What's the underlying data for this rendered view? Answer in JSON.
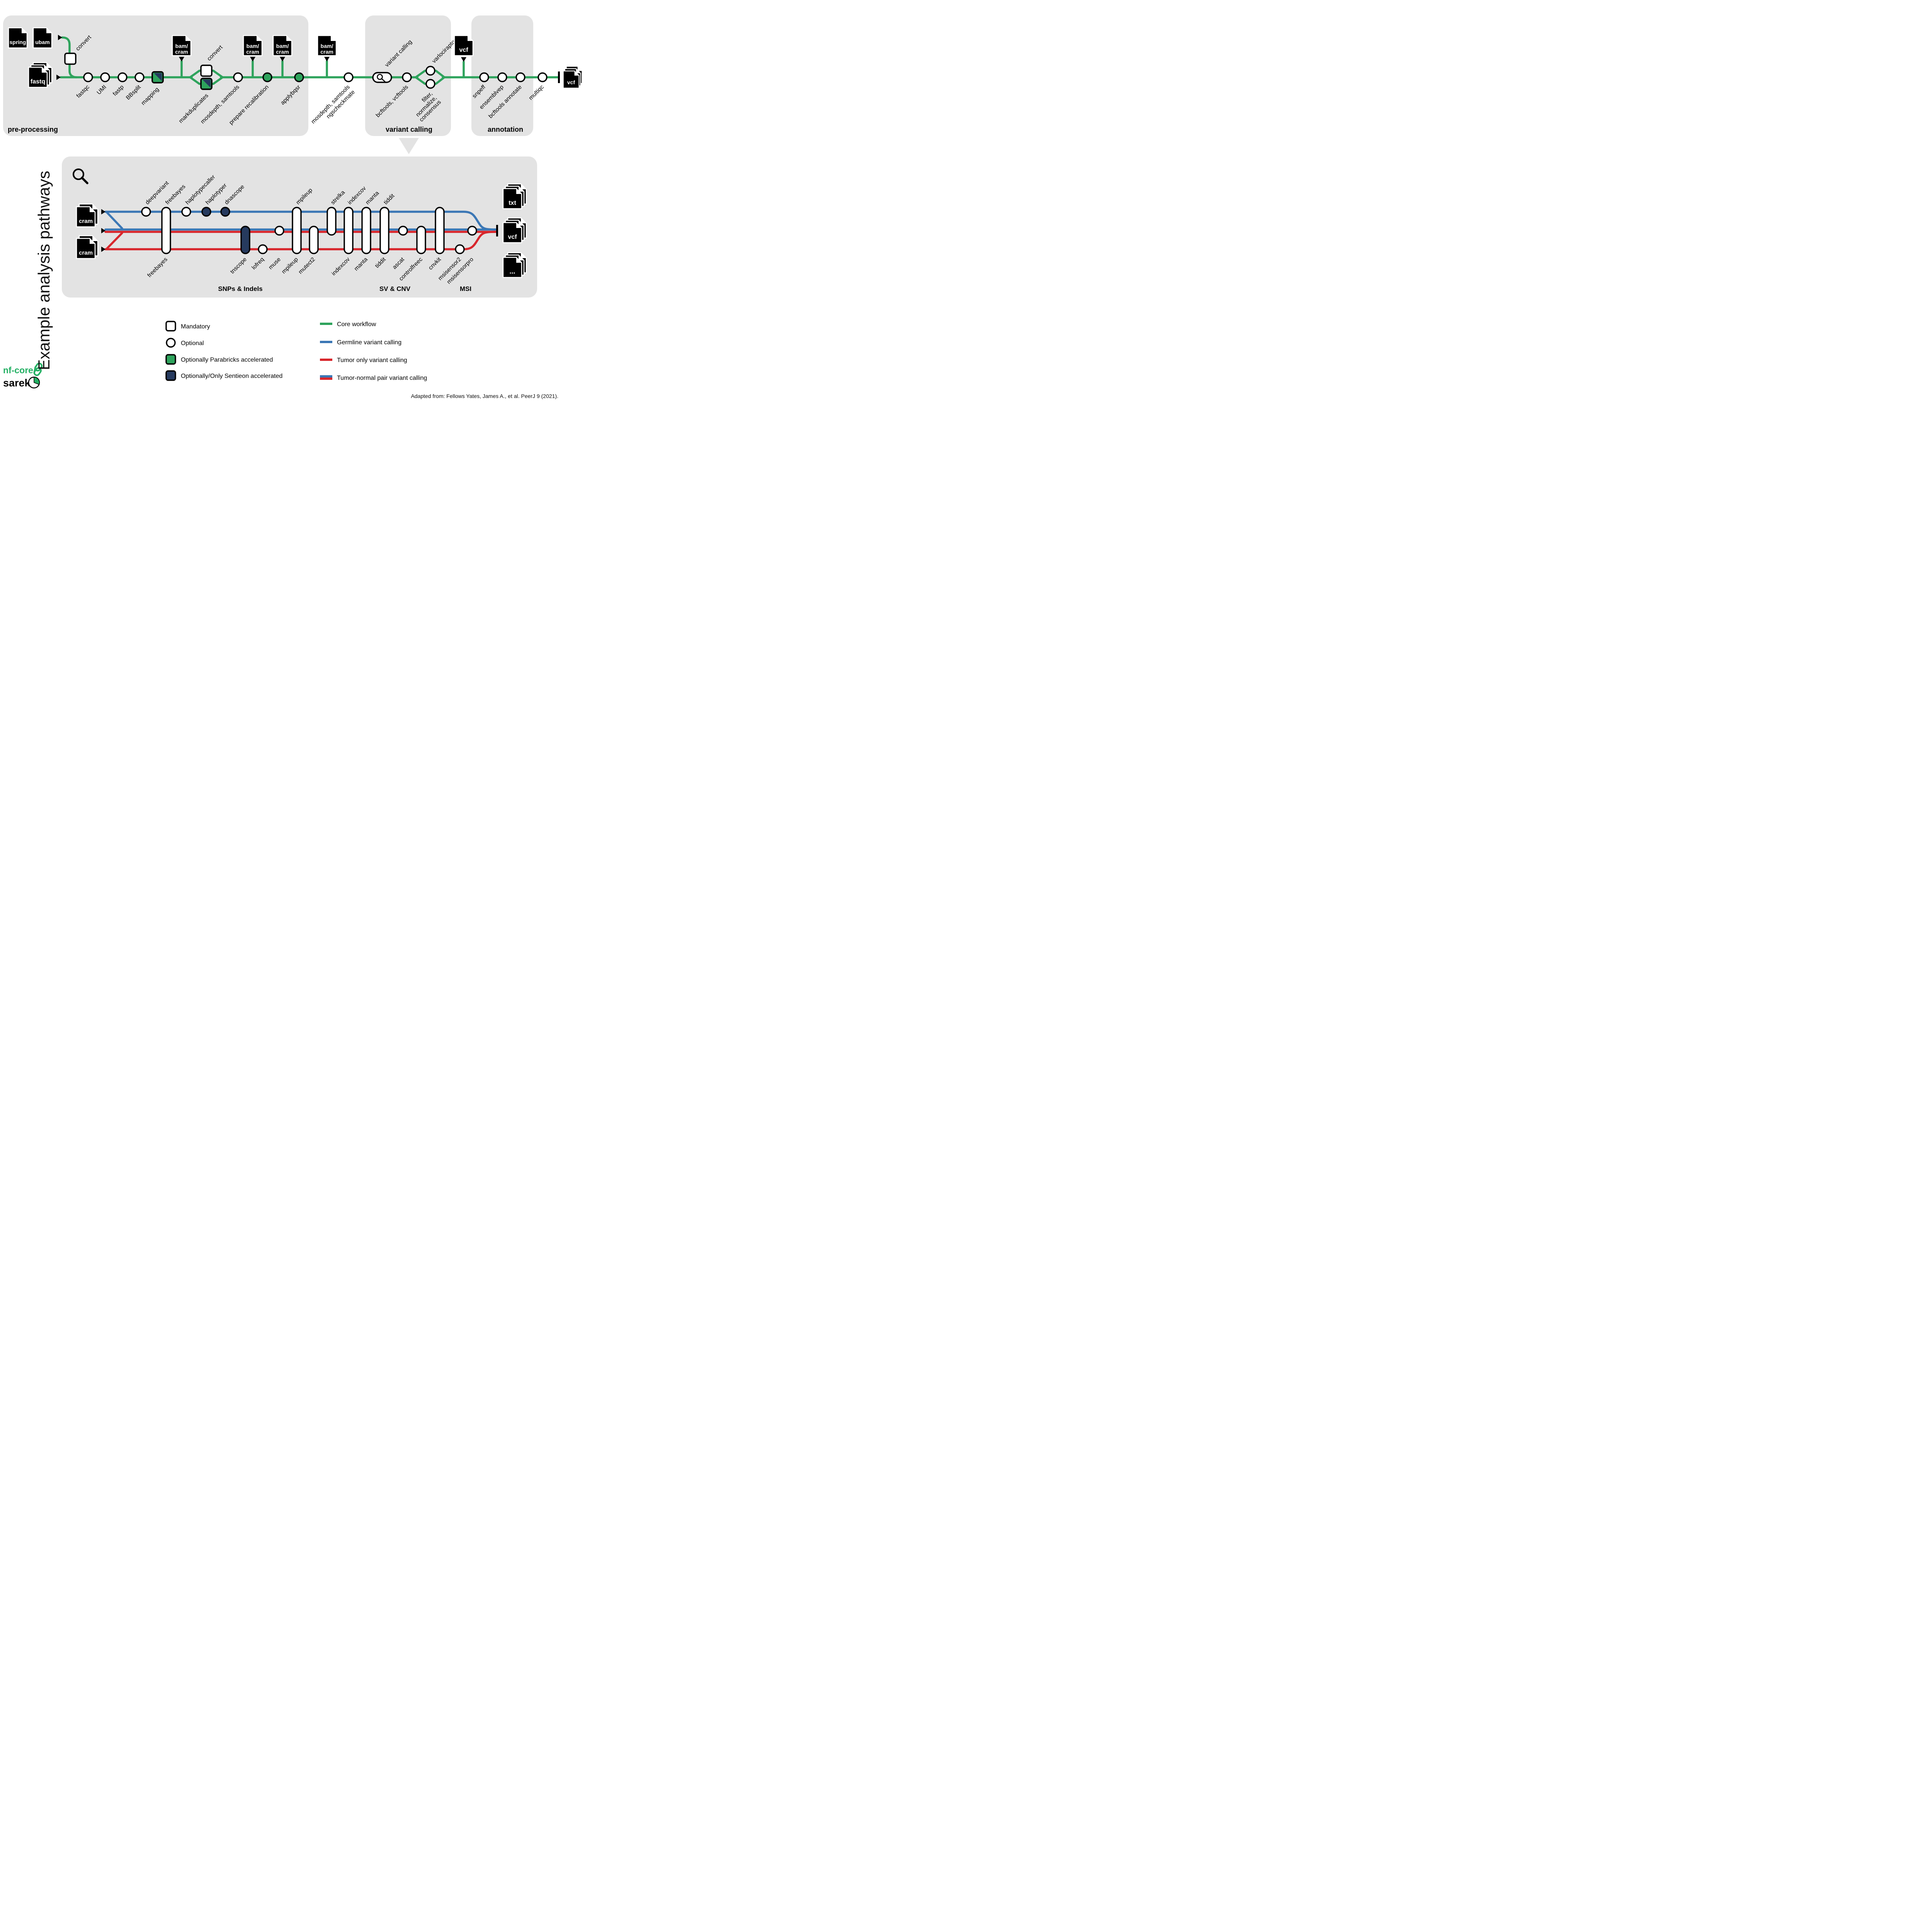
{
  "side_title": "Example analysis pathways",
  "logo": {
    "top": "nf-core/",
    "bottom": "sarek"
  },
  "footer": "Adapted from: Fellows Yates, James A., et al.  PeerJ 9 (2021).",
  "colors": {
    "core_green": "#2EA35C",
    "germline_blue": "#3B77B5",
    "tumor_red": "#D8262C",
    "sentieon_navy": "#263A5E",
    "panel_gray": "#E3E3E3"
  },
  "panels": {
    "pre": "pre-processing",
    "vc": "variant calling",
    "anno": "annotation"
  },
  "files": {
    "spring": "spring",
    "ubam": "ubam",
    "fastq": "fastq",
    "bam1": "bam/",
    "bam2": "cram",
    "vcf": "vcf",
    "cram": "cram",
    "txt": "txt",
    "dots": "..."
  },
  "pre": {
    "convert": "convert",
    "fastqc": "fastqc",
    "umi": "UMI",
    "fastp": "fastp",
    "bbsplit": "BBsplit",
    "mapping": "mapping",
    "convert2": "convert",
    "markduplicates": "markduplicates",
    "mosdepth": "mosdepth, samtools",
    "preparerecal": "prepare recalibration",
    "applybqsr": "applybqsr",
    "mosdepth2a": "mosdepth, samtools",
    "mosdepth2b": "ngscheckmate"
  },
  "vc": {
    "variantcalling": "variant calling",
    "bcftools": "bcftools, vcftools",
    "varlociraptor": "varlociraptor",
    "filter1": "filter,",
    "filter2": "normalize,",
    "filter3": "consensus"
  },
  "anno": {
    "snpeff": "snpeff",
    "ensemblvep": "ensemblvep",
    "bcftools_annotate": "bcftools annotate",
    "multiqc": "multiqc"
  },
  "paths": {
    "top": {
      "deepvariant": "deepvariant",
      "freebayes": "freebayes",
      "haplotypecaller": "haplotypecaller",
      "haplotyper": "haplotyper",
      "dnascope": "dnascope",
      "mpileup": "mpileup",
      "strelka": "strelka",
      "indexcov": "indexcov",
      "manta": "manta",
      "tiddit": "tiddit"
    },
    "bottom": {
      "freebayes": "freebayes",
      "tnscope": "tnscope",
      "lofreq": "lofreq",
      "muse": "muse",
      "mpileup": "mpileup",
      "mutect2": "mutect2",
      "indexcov": "indexcov",
      "manta": "manta",
      "tiddit": "tiddit",
      "ascat": "ascat",
      "controlfreec": "controlfreec",
      "cnvkit": "cnvkit",
      "msisensor2": "msisensor2",
      "msisensorpro": "msisensorpro"
    },
    "sections": {
      "snps": "SNPs & Indels",
      "sv": "SV & CNV",
      "msi": "MSI"
    }
  },
  "legend": {
    "mandatory": "Mandatory",
    "optional": "Optional",
    "parabricks": "Optionally Parabricks accelerated",
    "sentieon": "Optionally/Only Sentieon accelerated",
    "core": "Core workflow",
    "germline": "Germline variant calling",
    "tumor": "Tumor only variant calling",
    "pair": "Tumor-normal pair variant calling"
  }
}
